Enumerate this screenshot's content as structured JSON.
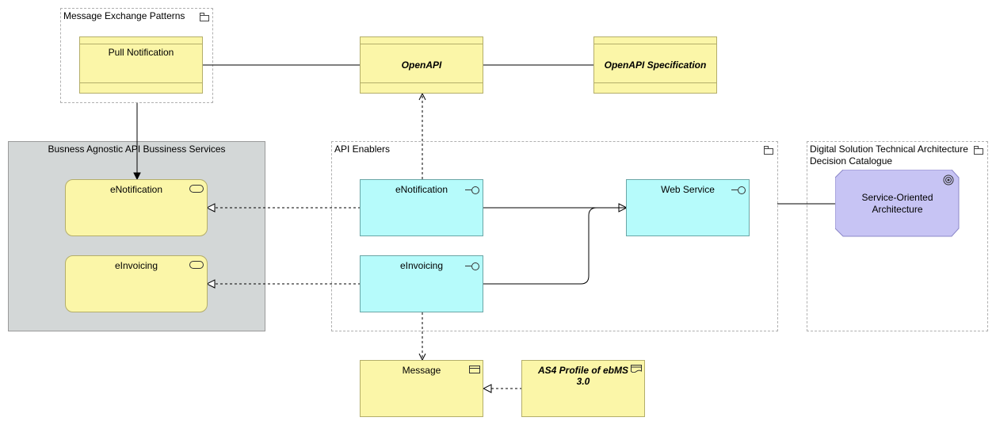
{
  "groups": {
    "message_exchange_patterns": "Message Exchange Patterns",
    "business_agnostic": "Busness Agnostic API Bussiness Services",
    "api_enablers": "API Enablers",
    "digital_solution_line1": "Digital Solution Technical Architecture",
    "digital_solution_line2": "Decision Catalogue"
  },
  "elements": {
    "pull_notification": "Pull Notification",
    "openapi": "OpenAPI",
    "openapi_spec": "OpenAPI Specification",
    "enotification_service": "eNotification",
    "einvoicing_service": "eInvoicing",
    "enotification_interface": "eNotification",
    "einvoicing_interface": "eInvoicing",
    "web_service": "Web Service",
    "soa_line1": "Service-Oriented",
    "soa_line2": "Architecture",
    "message": "Message",
    "as4_line1": "AS4 Profile of ebMS",
    "as4_line2": "3.0"
  },
  "colors": {
    "yellow": "#fbf6a8",
    "cyan": "#b6fbfb",
    "purple": "#c7c4f4",
    "grey_group": "#d3d7d7"
  },
  "icons": {
    "group": "folder-icon",
    "service": "business-service-icon",
    "interface": "interface-icon",
    "object": "data-object-icon",
    "representation": "representation-icon",
    "goal": "goal-icon"
  }
}
